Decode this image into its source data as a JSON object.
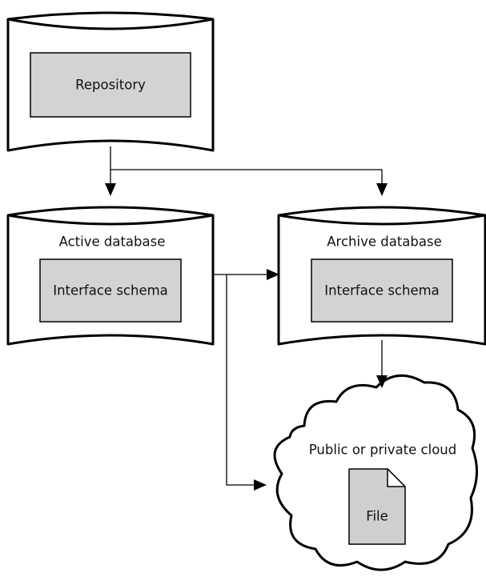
{
  "nodes": {
    "repository": {
      "label": "Repository"
    },
    "active_database": {
      "title": "Active database",
      "inner_label": "Interface schema"
    },
    "archive_database": {
      "title": "Archive database",
      "inner_label": "Interface schema"
    },
    "cloud": {
      "title": "Public or private cloud",
      "file_label": "File",
      "file_icon": "file-icon"
    }
  },
  "colors": {
    "box_fill": "#d3d3d3",
    "stroke": "#000000",
    "background": "#ffffff"
  }
}
